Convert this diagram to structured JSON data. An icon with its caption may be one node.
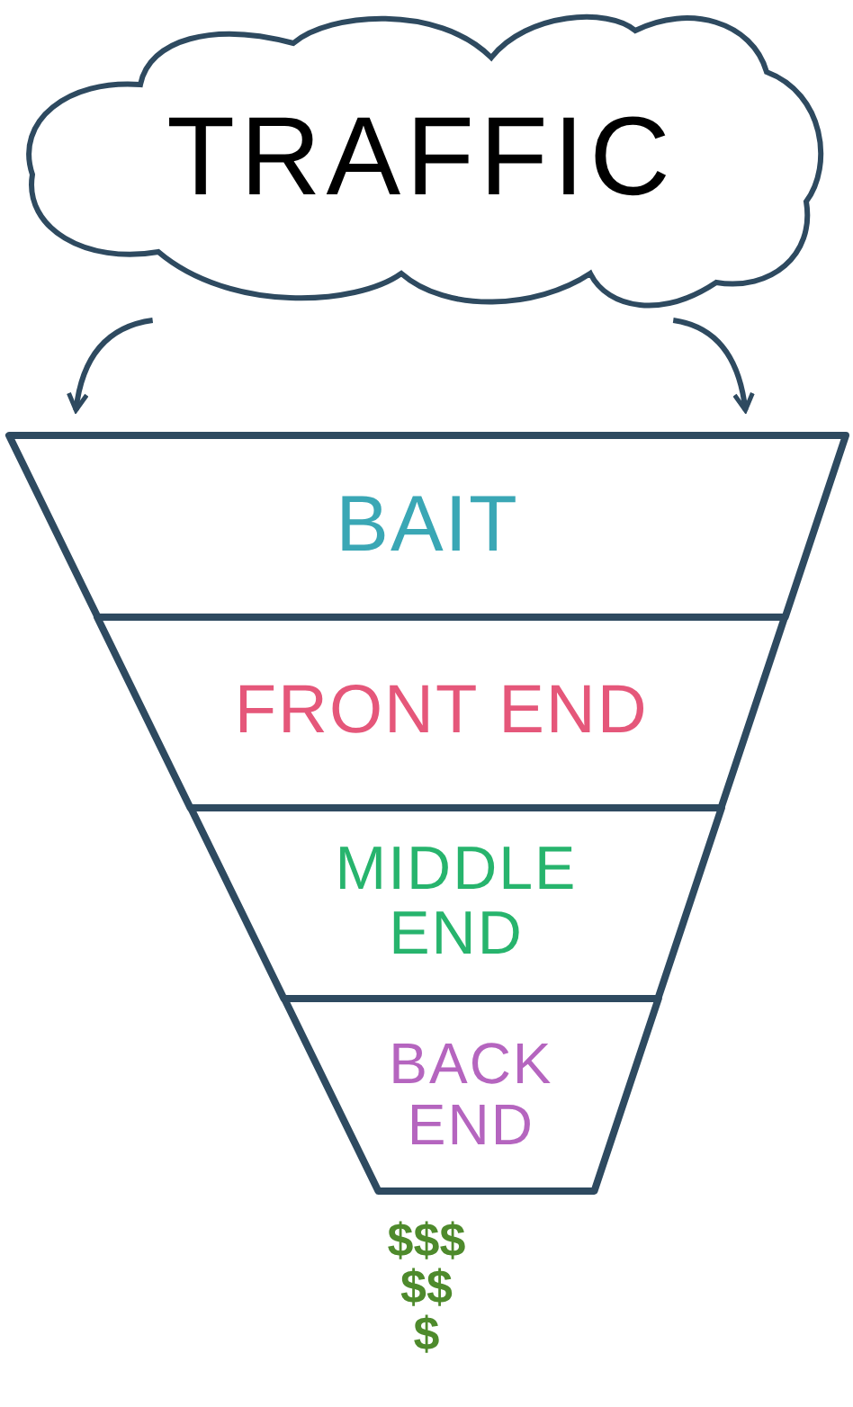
{
  "diagram": {
    "nodes": [
      {
        "text": [
          "TRAFFIC"
        ]
      },
      {
        "text": [
          "BAIT"
        ]
      },
      {
        "text": [
          "FRONT END"
        ]
      },
      {
        "text": [
          "MIDDLE END"
        ]
      },
      {
        "text": [
          "BACK END"
        ]
      }
    ],
    "edges": [
      {
        "from": 0,
        "to": 1,
        "arrow": "to"
      },
      {
        "from": 0,
        "to": 1,
        "arrow": "to"
      }
    ],
    "labels": [
      "$$$",
      "$$",
      "$"
    ]
  }
}
